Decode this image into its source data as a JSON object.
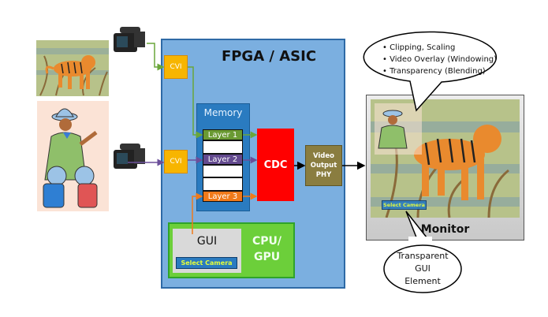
{
  "fpga": {
    "title": "FPGA / ASIC"
  },
  "inputs": [
    {
      "image": "tiger-image",
      "camera": "video-camera",
      "cvi_label": "CVI",
      "line_color": "#6aa63a"
    },
    {
      "image": "explorer-image",
      "camera": "video-camera",
      "cvi_label": "CVI",
      "line_color": "#6b4f9a"
    }
  ],
  "memory": {
    "title": "Memory",
    "layers": [
      {
        "label": "Layer 1",
        "color": "#6a9a33"
      },
      {
        "label": "",
        "color": "#ffffff"
      },
      {
        "label": "Layer 2",
        "color": "#634a8f"
      },
      {
        "label": "",
        "color": "#ffffff"
      },
      {
        "label": "",
        "color": "#ffffff"
      },
      {
        "label": "Layer 3",
        "color": "#f07a1a"
      }
    ]
  },
  "cdc": {
    "label": "CDC"
  },
  "phy": {
    "label_lines": [
      "Video",
      "Output",
      "PHY"
    ]
  },
  "cpu": {
    "label_lines": [
      "CPU/",
      "GPU"
    ],
    "gui_label": "GUI",
    "button_label": "Select Camera"
  },
  "monitor": {
    "label": "Monitor",
    "overlay_button": "Select Camera"
  },
  "callouts": {
    "features": [
      "Clipping, Scaling",
      "Video Overlay (Windowing)",
      "Transparency (Blending)"
    ],
    "gui_element": [
      "Transparent",
      "GUI",
      "Element"
    ]
  },
  "colors": {
    "fpga": "#7bafe0",
    "cvi": "#f7b500",
    "cdc": "#ff0000",
    "phy": "#8a7d40",
    "cpu": "#6ccf3a"
  }
}
